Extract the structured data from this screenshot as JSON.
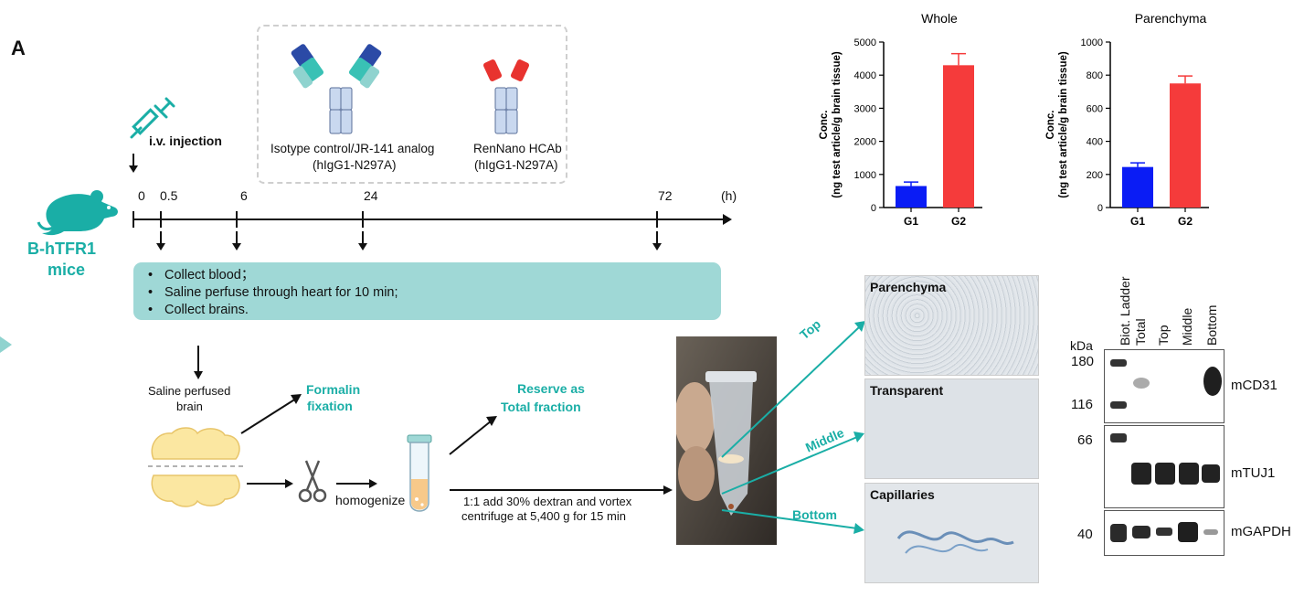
{
  "panel_label": "A",
  "injection": {
    "label": "i.v. injection"
  },
  "mouse": {
    "line1": "B-hTFR1",
    "line2": "mice"
  },
  "antibodies": [
    {
      "name": "Isotype control/JR-141 analog",
      "format": "(hIgG1-N297A)"
    },
    {
      "name": "RenNano HCAb",
      "format": "(hIgG1-N297A)"
    }
  ],
  "timeline": {
    "unit": "(h)",
    "ticks": [
      "0",
      "0.5",
      "6",
      "24",
      "72"
    ]
  },
  "steps": [
    "Collect blood；",
    "Saline perfuse through heart for 10 min;",
    "Collect brains."
  ],
  "process": {
    "brain_label_1": "Saline perfused",
    "brain_label_2": "brain",
    "formalin_1": "Formalin",
    "formalin_2": "fixation",
    "homogenize": "homogenize",
    "reserve_1": "Reserve as",
    "reserve_2": "Total fraction",
    "dextran_1": "1:1 add 30% dextran and vortex",
    "dextran_2": "centrifuge at 5,400 g for 15 min",
    "layer_top": "Top",
    "layer_middle": "Middle",
    "layer_bottom": "Bottom"
  },
  "micrographs": [
    {
      "label": "Parenchyma"
    },
    {
      "label": "Transparent"
    },
    {
      "label": "Capillaries"
    }
  ],
  "western_blot": {
    "unit": "kDa",
    "lanes": [
      "Biot. Ladder",
      "Total",
      "Top",
      "Middle",
      "Bottom"
    ],
    "markers": [
      "180",
      "116",
      "66",
      "40"
    ],
    "targets": [
      "mCD31",
      "mTUJ1",
      "mGAPDH"
    ]
  },
  "colors": {
    "teal": "#1aaea6",
    "g1": "#0a1cf5",
    "g2": "#f53b3b",
    "band": "#2a2a2a"
  },
  "chart_data": [
    {
      "type": "bar",
      "title": "Whole",
      "categories": [
        "G1",
        "G2"
      ],
      "values": [
        650,
        4300
      ],
      "errors": [
        120,
        350
      ],
      "ylabel_1": "Conc.",
      "ylabel_2": "(ng test article/g brain tissue)",
      "ylim": [
        0,
        5000
      ],
      "yticks": [
        "0",
        "1000",
        "2000",
        "3000",
        "4000",
        "5000"
      ]
    },
    {
      "type": "bar",
      "title": "Parenchyma",
      "categories": [
        "G1",
        "G2"
      ],
      "values": [
        245,
        750
      ],
      "errors": [
        25,
        45
      ],
      "ylabel_1": "Conc.",
      "ylabel_2": "(ng test article/g brain tissue)",
      "ylim": [
        0,
        1000
      ],
      "yticks": [
        "0",
        "200",
        "400",
        "600",
        "800",
        "1000"
      ]
    }
  ]
}
